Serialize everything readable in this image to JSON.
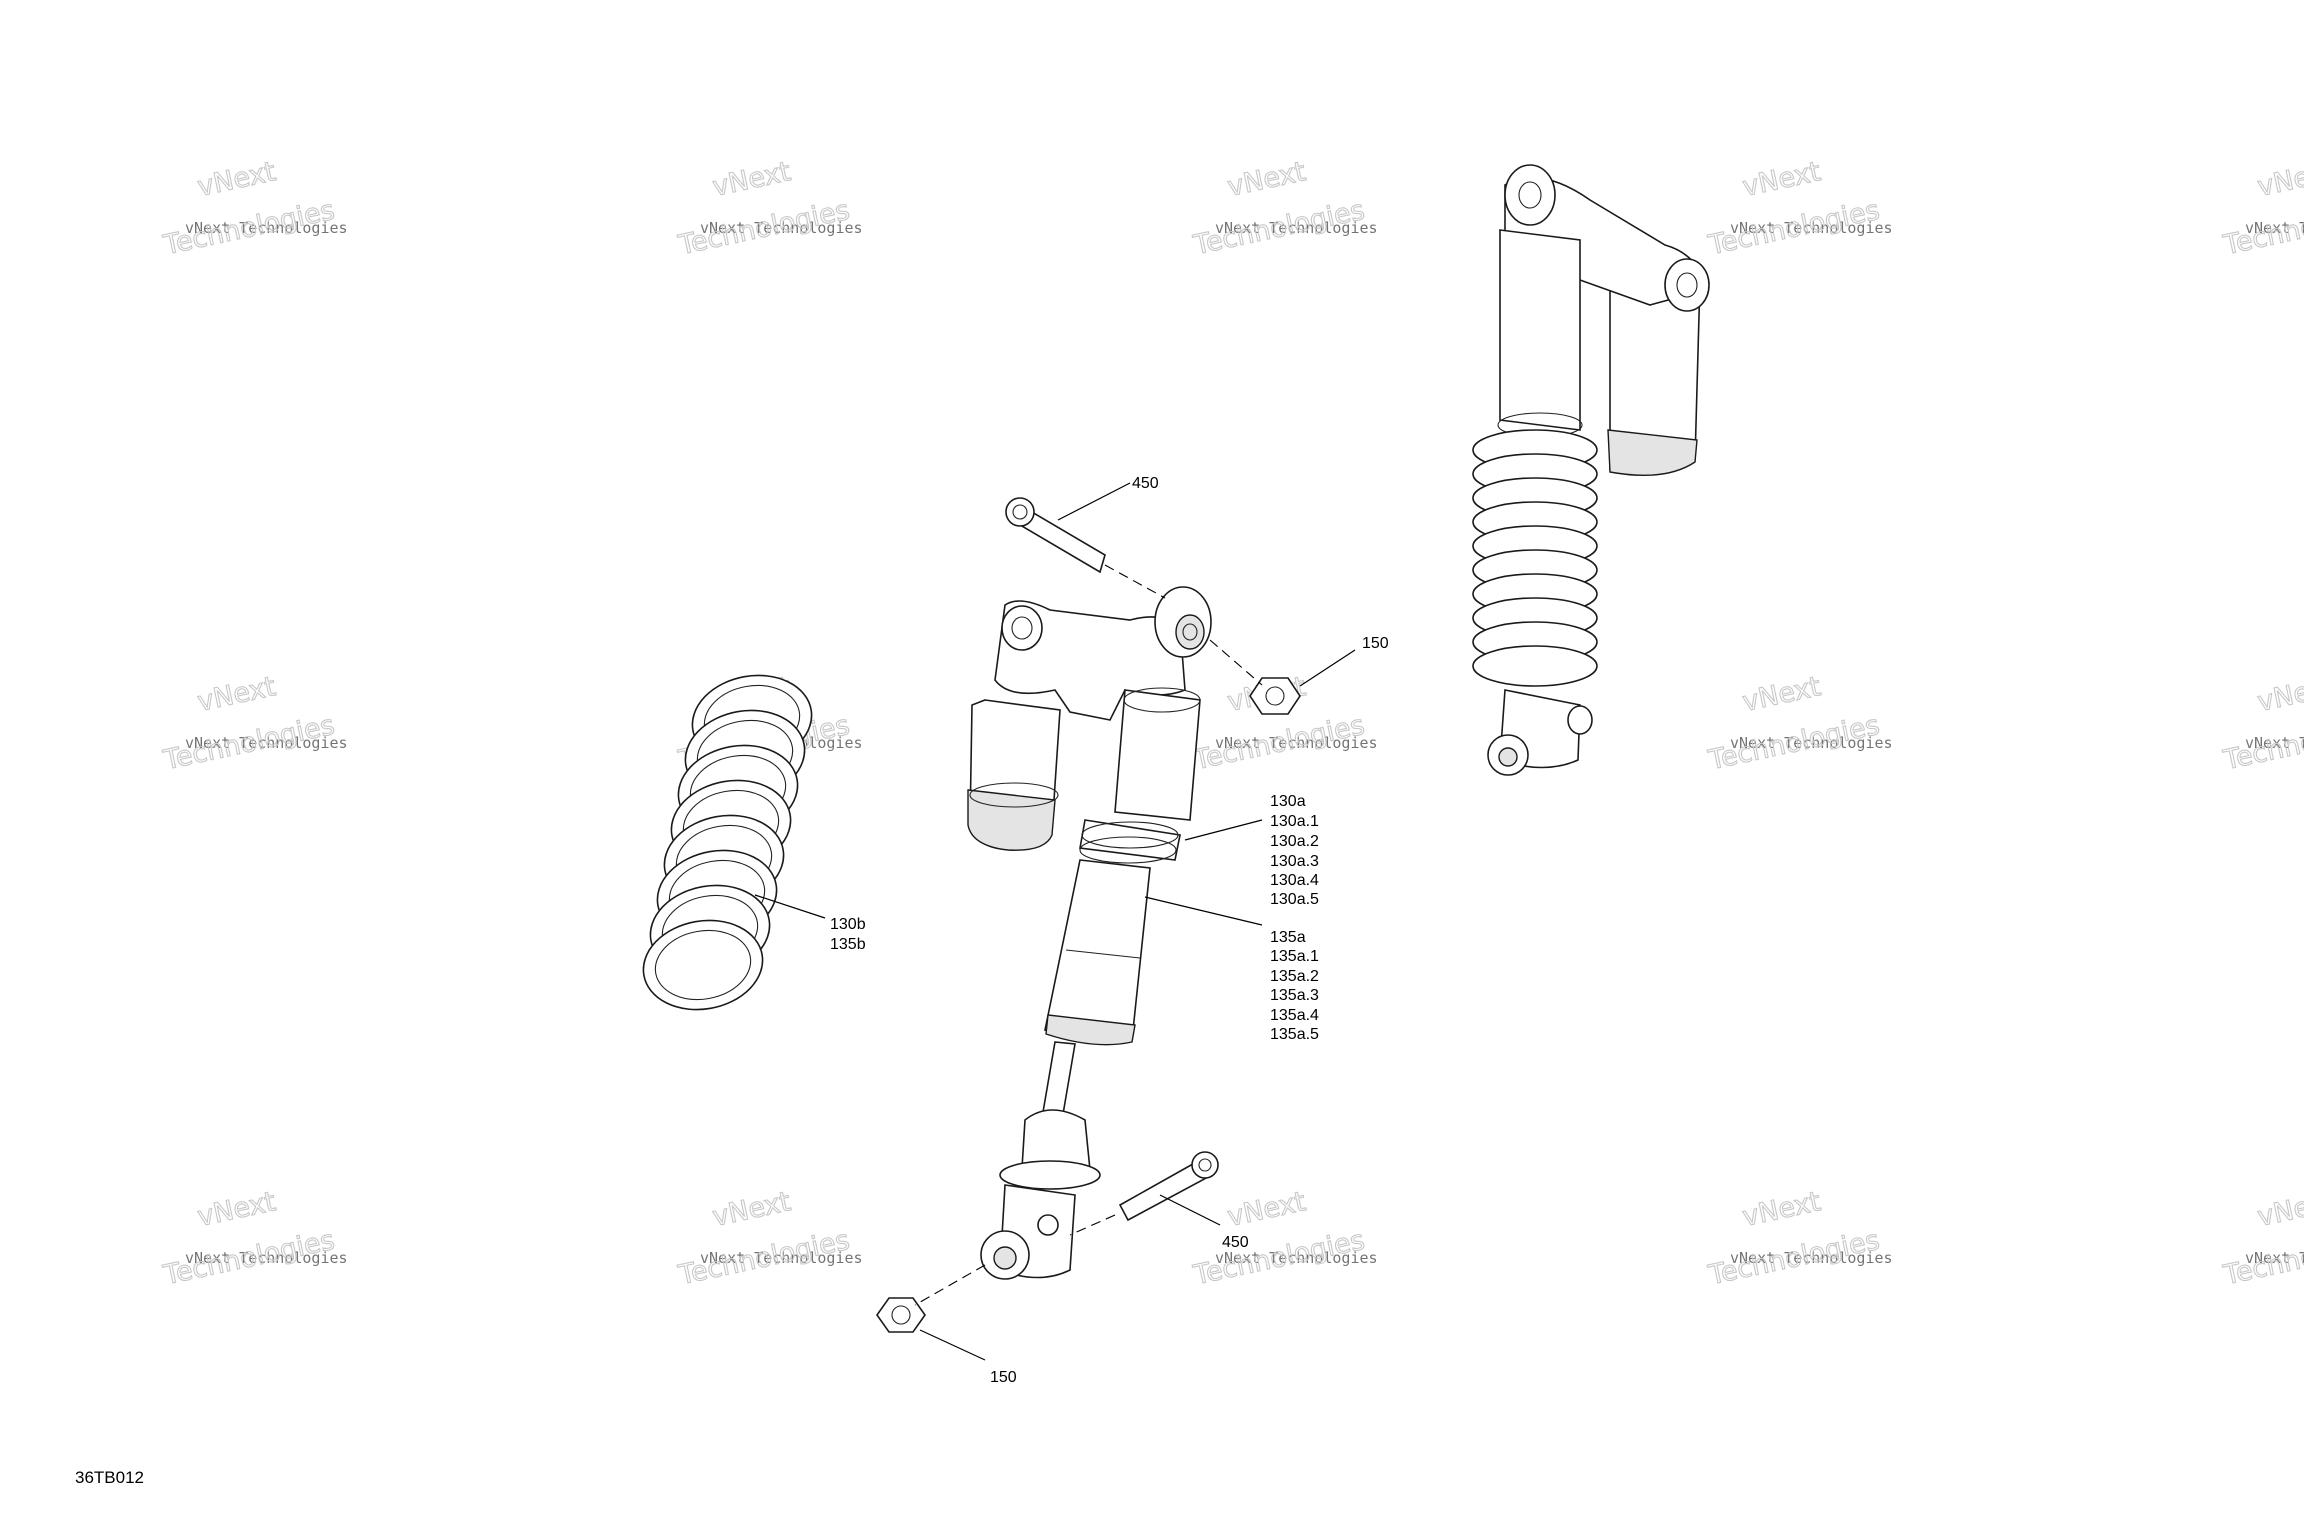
{
  "diagram_code": "36TB012",
  "watermark": {
    "top_text": "vNext",
    "line1": "vNext Technologies",
    "line2": "Technologies"
  },
  "callouts": {
    "bolt_top": "450",
    "nut_top": "150",
    "spring": [
      "130b",
      "135b"
    ],
    "shock_upper": [
      "130a",
      "130a.1",
      "130a.2",
      "130a.3",
      "130a.4",
      "130a.5"
    ],
    "shock_lower": [
      "135a",
      "135a.1",
      "135a.2",
      "135a.3",
      "135a.4",
      "135a.5"
    ],
    "bolt_bottom": "450",
    "nut_bottom": "150"
  }
}
